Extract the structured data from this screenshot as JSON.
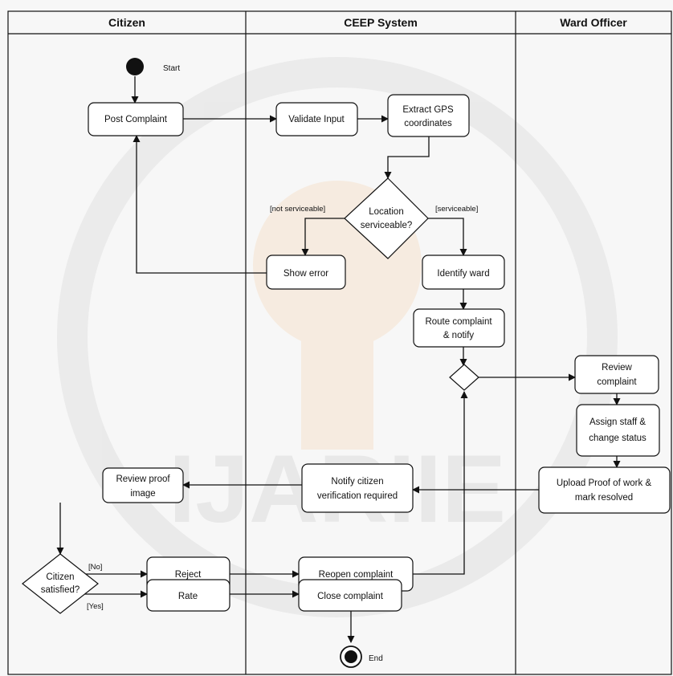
{
  "lanes": {
    "citizen": "Citizen",
    "ceep": "CEEP System",
    "ward": "Ward Officer"
  },
  "nodes": {
    "start_label": "Start",
    "post_complaint": "Post Complaint",
    "validate_input": "Validate Input",
    "extract_gps": [
      "Extract GPS",
      "coordinates"
    ],
    "location_serviceable": [
      "Location",
      "serviceable?"
    ],
    "show_error": "Show error",
    "identify_ward": "Identify ward",
    "route_complaint": [
      "Route complaint",
      "& notify"
    ],
    "review_complaint": [
      "Review",
      "complaint"
    ],
    "assign_staff": [
      "Assign staff &",
      "change status"
    ],
    "upload_proof": [
      "Upload Proof of work &",
      "mark resolved"
    ],
    "notify_citizen": [
      "Notify citizen",
      "verification required"
    ],
    "review_proof": [
      "Review proof",
      "image"
    ],
    "citizen_satisfied": [
      "Citizen",
      "satisfied?"
    ],
    "reject": "Reject",
    "rate": "Rate",
    "reopen_complaint": "Reopen complaint",
    "close_complaint": "Close complaint",
    "end_label": "End"
  },
  "guards": {
    "not_serviceable": "[not serviceable]",
    "serviceable": "[serviceable]",
    "no": "[No]",
    "yes": "[Yes]"
  },
  "watermark": {
    "text": "IJARIIE"
  },
  "colors": {
    "line": "#111111",
    "box_fill": "#ffffff",
    "watermark": "#f2a24a"
  }
}
